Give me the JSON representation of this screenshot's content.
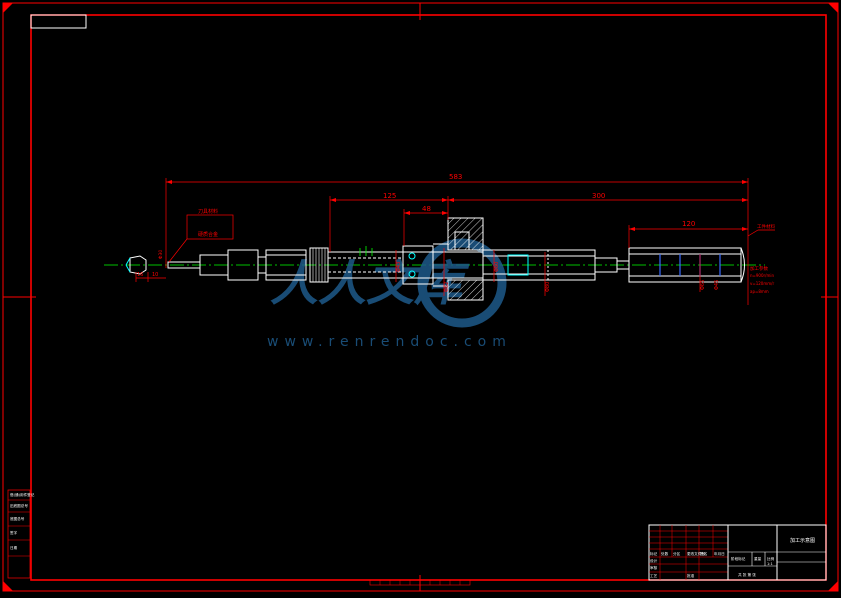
{
  "drawing": {
    "dimensions": {
      "overall": "583",
      "left_span": "125",
      "middle_small": "48",
      "right_span": "300",
      "right_end": "120",
      "left_small_a": "16",
      "left_small_b": "10"
    },
    "dia_labels": [
      "Φ43",
      "Φ62",
      "Φ60",
      "Φ80",
      "Φ65",
      "Φ45"
    ],
    "right_note_lines": [
      "n=900r/min",
      "v=120mm/r",
      "ap=8mm"
    ],
    "right_note_title": "加工参数",
    "leader_label": "工件材料",
    "left_box_lines": [
      "刀具材料",
      "硬质合金"
    ],
    "center_marker": "Φ30"
  },
  "watermark": {
    "logo_text": "人人文库",
    "url": "www.renrendoc.com"
  },
  "title_block": {
    "drawing_name": "加工示意图",
    "scale": "1:1",
    "labels_row": [
      "标记",
      "处数",
      "分区",
      "更改文件号",
      "签名",
      "年月日"
    ],
    "roles": [
      "设计",
      "审核",
      "工艺",
      "批准"
    ],
    "stage_label": "阶段标记",
    "weight_label": "重量",
    "ratio_label": "比例",
    "sheet_label": "共 张 第 张"
  },
  "side_stamp": {
    "rows": [
      "借(通)用件登记",
      "旧底图总号",
      "底图总号",
      "签字",
      "日期"
    ]
  },
  "colors": {
    "border": "#ff0000",
    "line": "#ffffff",
    "center": "#00ff00",
    "accent": "#00ffff",
    "watermark": "#1e5a8a"
  }
}
